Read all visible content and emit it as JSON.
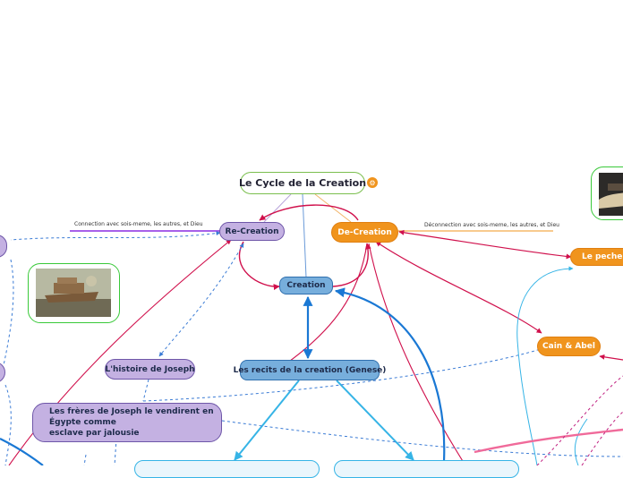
{
  "root": {
    "label": "Le Cycle de la Creation"
  },
  "nodes": {
    "recreation": "Re-Creation",
    "decreation": "De-Creation",
    "creation": "Creation",
    "recits": "Les recits de la creation (Genese)",
    "joseph": "L'histoire de Joseph",
    "freres_line1": "Les frères de Joseph le vendirent en Égypte comme",
    "freres_line2": "esclave par jalousie",
    "peche": "Le peche ori",
    "cain": "Cain & Abel"
  },
  "relations": {
    "recreation": "Connection avec sois-meme, les autres, et Dieu",
    "decreation": "Déconnection avec sois-meme, les autres, et Dieu"
  },
  "colors": {
    "root_border": "#7bbf4e",
    "purple_fill": "#c4b1e2",
    "orange_fill": "#f0941d",
    "blue_fill": "#77aedc",
    "red_link": "#d0104c",
    "blue_link": "#1a78d4",
    "cyan_link": "#36b4e6"
  }
}
